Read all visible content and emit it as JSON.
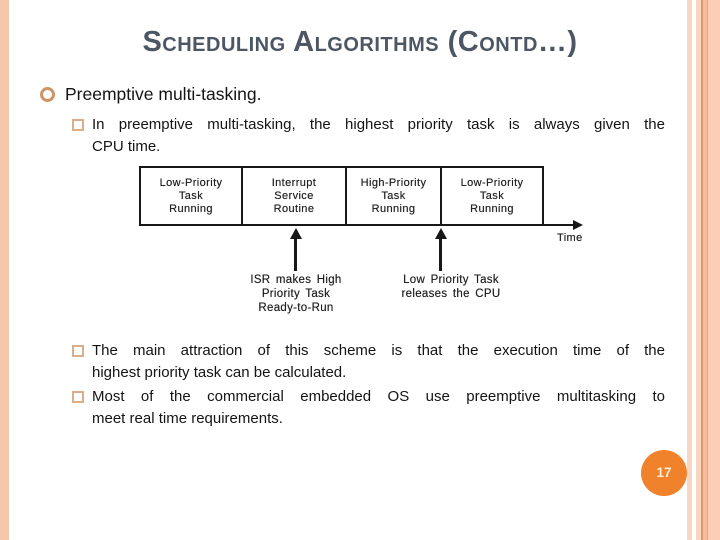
{
  "slide": {
    "title": "Scheduling Algorithms (Contd…)",
    "page_number": "17"
  },
  "bullets": {
    "main": "Preemptive multi-tasking.",
    "sub1": {
      "lines": [
        "In preemptive multi-tasking, the highest priority task is always given the",
        "CPU time."
      ]
    },
    "sub2": {
      "lines": [
        "The main attraction of this scheme is that the execution time of the",
        "highest priority task can be calculated."
      ]
    },
    "sub3": {
      "lines": [
        "Most of the commercial embedded OS use preemptive multitasking to",
        "meet real time requirements."
      ]
    }
  },
  "diagram": {
    "boxes": [
      "Low-Priority\nTask\nRunning",
      "Interrupt\nService\nRoutine",
      "High-Priority\nTask\nRunning",
      "Low-Priority\nTask\nRunning"
    ],
    "time_label": "Time",
    "annotations": [
      "ISR makes High\nPriority Task\nReady-to-Run",
      "Low  Priority  Task\nreleases  the  CPU"
    ]
  },
  "colors": {
    "title_text": "#4d5663",
    "body_text": "#141414",
    "bullet_ring": "#cf9466",
    "bullet_square": "#d8ae8c",
    "left_stripe": "#f5c7ab",
    "right_stripe_light": "#f8d7c2",
    "right_stripe_dark": "#e0976a",
    "page_badge": "#f0822c",
    "page_badge_text": "#faeed6"
  }
}
